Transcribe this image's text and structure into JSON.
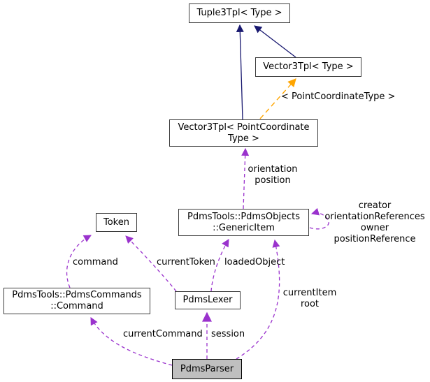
{
  "diagram": {
    "kind": "collaboration-graph",
    "background": "#ffffff"
  },
  "colors": {
    "inheritance": "#191970",
    "template_instantiation": "#ffa500",
    "usage": "#9a32cd",
    "node_border": "#3d3d3d",
    "node_fill": "#ffffff",
    "highlight_fill": "#bfbfbf",
    "text": "#000000"
  },
  "nodes": {
    "tuple3tpl": {
      "label": "Tuple3Tpl< Type >"
    },
    "vector3tpl_type": {
      "label": "Vector3Tpl< Type >"
    },
    "vector3tpl_pct": {
      "label": "Vector3Tpl< PointCoordinate\nType >"
    },
    "token": {
      "label": "Token"
    },
    "generic_item": {
      "label": "PdmsTools::PdmsObjects\n::GenericItem"
    },
    "command": {
      "label": "PdmsTools::PdmsCommands\n::Command"
    },
    "pdms_lexer": {
      "label": "PdmsLexer"
    },
    "pdms_parser": {
      "label": "PdmsParser",
      "highlighted": true
    }
  },
  "edges": [
    {
      "from": "Vector3Tpl< Type >",
      "to": "Tuple3Tpl< Type >",
      "type": "inheritance",
      "label": ""
    },
    {
      "from": "Vector3Tpl< PointCoordinateType >",
      "to": "Tuple3Tpl< Type >",
      "type": "inheritance",
      "label": ""
    },
    {
      "from": "Vector3Tpl< PointCoordinateType >",
      "to": "Vector3Tpl< Type >",
      "type": "template-instantiation",
      "label": "< PointCoordinateType >"
    },
    {
      "from": "PdmsTools::PdmsObjects::GenericItem",
      "to": "Vector3Tpl< PointCoordinateType >",
      "type": "usage",
      "label": "orientation\nposition"
    },
    {
      "from": "PdmsTools::PdmsObjects::GenericItem",
      "to": "PdmsTools::PdmsObjects::GenericItem",
      "type": "usage",
      "label": "creator\norientationReferences\nowner\npositionReference"
    },
    {
      "from": "PdmsTools::PdmsCommands::Command",
      "to": "Token",
      "type": "usage",
      "label": "command"
    },
    {
      "from": "PdmsLexer",
      "to": "Token",
      "type": "usage",
      "label": "currentToken"
    },
    {
      "from": "PdmsLexer",
      "to": "PdmsTools::PdmsObjects::GenericItem",
      "type": "usage",
      "label": "loadedObject"
    },
    {
      "from": "PdmsParser",
      "to": "PdmsTools::PdmsObjects::GenericItem",
      "type": "usage",
      "label": "currentItem\nroot"
    },
    {
      "from": "PdmsParser",
      "to": "PdmsTools::PdmsCommands::Command",
      "type": "usage",
      "label": "currentCommand"
    },
    {
      "from": "PdmsParser",
      "to": "PdmsLexer",
      "type": "usage",
      "label": "session"
    }
  ]
}
